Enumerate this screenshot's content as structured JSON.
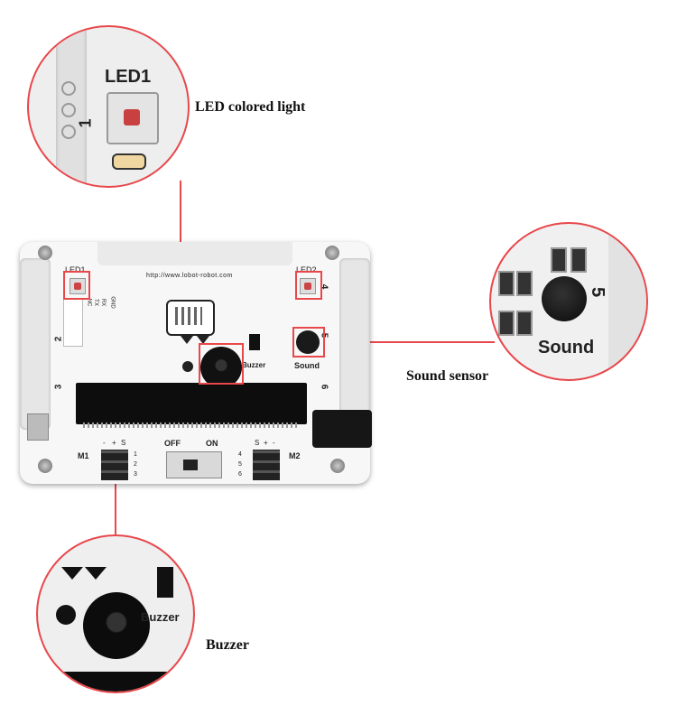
{
  "callouts": {
    "led": "LED colored light",
    "sound": "Sound sensor",
    "buzzer": "Buzzer"
  },
  "board": {
    "url": "http://www.lobot-robot.com",
    "led1": "LED1",
    "led2": "LED2",
    "led1_num": "1",
    "sound_label": "Sound",
    "sound_num": "5",
    "buzzer_label": "Buzzer",
    "port2": "2",
    "port3": "3",
    "port4": "4",
    "port6": "6",
    "uart_pins": [
      "NC",
      "TX",
      "RX",
      "GND"
    ],
    "switch_off": "OFF",
    "switch_on": "ON",
    "m1": "M1",
    "m2": "M2",
    "left_header_top": [
      "-",
      "+",
      "S"
    ],
    "right_header_top": [
      "S",
      "+",
      "-"
    ],
    "left_rows": [
      "1",
      "2",
      "3"
    ],
    "right_rows": [
      "4",
      "5",
      "6"
    ]
  },
  "colors": {
    "accent": "#e8474b",
    "board": "#f7f7f7",
    "rail": "#e6e6e6"
  }
}
